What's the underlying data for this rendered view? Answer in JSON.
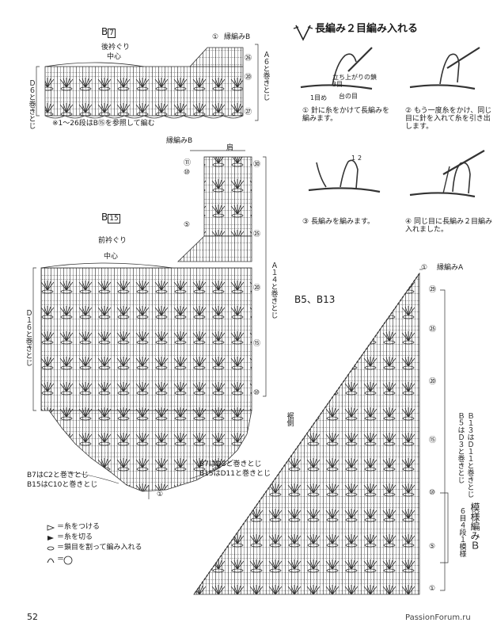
{
  "page": {
    "number": "52",
    "watermark": "PassionForum.ru"
  },
  "technique": {
    "title": "長編み２目編み入れる",
    "annotations": {
      "chain3": "立ち上がりの鎖3目",
      "first": "1目め",
      "base": "台の目",
      "n1": "1",
      "n2": "2"
    },
    "steps": [
      {
        "n": "①",
        "text": "針に糸をかけて長編みを編みます。"
      },
      {
        "n": "②",
        "text": "もう一度糸をかけ、同じ目に針を入れて糸を引き出します。"
      },
      {
        "n": "③",
        "text": "長編みを編みます。"
      },
      {
        "n": "④",
        "text": "同じ目に長編み２目編み入れました。"
      }
    ]
  },
  "b7": {
    "title": "B",
    "title_num": "7",
    "neck": "後衿ぐり",
    "center": "中心",
    "edge_b": "縁編みB",
    "row1": "①",
    "rows_right": [
      "㉖",
      "⑳",
      "㉗"
    ],
    "side_right": "Ａ６と巻きとじ",
    "side_left": "Ｄ６と巻きとじ",
    "note": "※1〜26段はB⑮を参照して編む"
  },
  "b15": {
    "title": "B",
    "title_num": "15",
    "edge_b": "縁編みB",
    "shoulder": "肩",
    "neck": "前衿ぐり",
    "center": "中心",
    "rows_left": [
      "⑪",
      "⑩",
      "⑤"
    ],
    "rows_right": [
      "㉚",
      "㉕",
      "⑳",
      "⑮",
      "⑩"
    ],
    "row_bottom": "①",
    "side_right": "Ａ１４と巻きとじ",
    "side_left": "Ｄ１６と巻きとじ",
    "join_left_1": "B7はC2と巻きとじ",
    "join_left_2": "B15はC10と巻きとじ",
    "join_right_1": "B7はD3と巻きとじ",
    "join_right_2": "B15はD11と巻きとじ"
  },
  "b5": {
    "title": "B5、B13",
    "edge_a": "縁編みA",
    "hem_side": "裾側",
    "rows_right": [
      "㉙",
      "㉕",
      "⑳",
      "⑮",
      "⑩",
      "⑤",
      "①"
    ],
    "row_top": "①",
    "join_1": "Ｂ５はＤ３と巻きとじ",
    "join_2": "Ｂ１３はＤ１１と巻きとじ",
    "pattern_title": "模様編みＢ",
    "pattern_sub": "６目４段１模様"
  },
  "legend": {
    "attach": "＝糸をつける",
    "cut": "＝糸を切る",
    "split": "＝鎖目を割って編み入れる",
    "eq": "＝"
  }
}
